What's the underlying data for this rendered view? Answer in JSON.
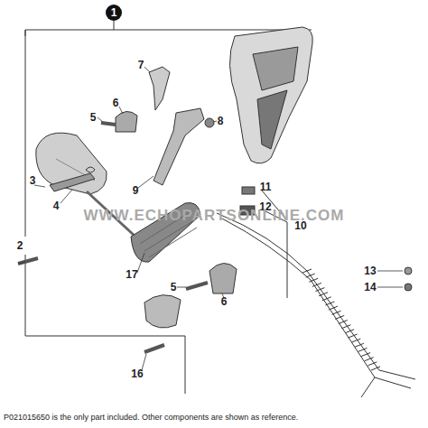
{
  "diagram": {
    "caption": "P021015650 is the only part included. Other components are shown as reference.",
    "nodes": [
      {
        "text": [
          "1"
        ]
      }
    ],
    "labels": [
      "2",
      "3",
      "4",
      "5",
      "6",
      "7",
      "8",
      "9",
      "10",
      "11",
      "12",
      "13",
      "14",
      "5",
      "6",
      "16",
      "17",
      "WWW.ECHOPARTSONLINE.COM"
    ]
  }
}
